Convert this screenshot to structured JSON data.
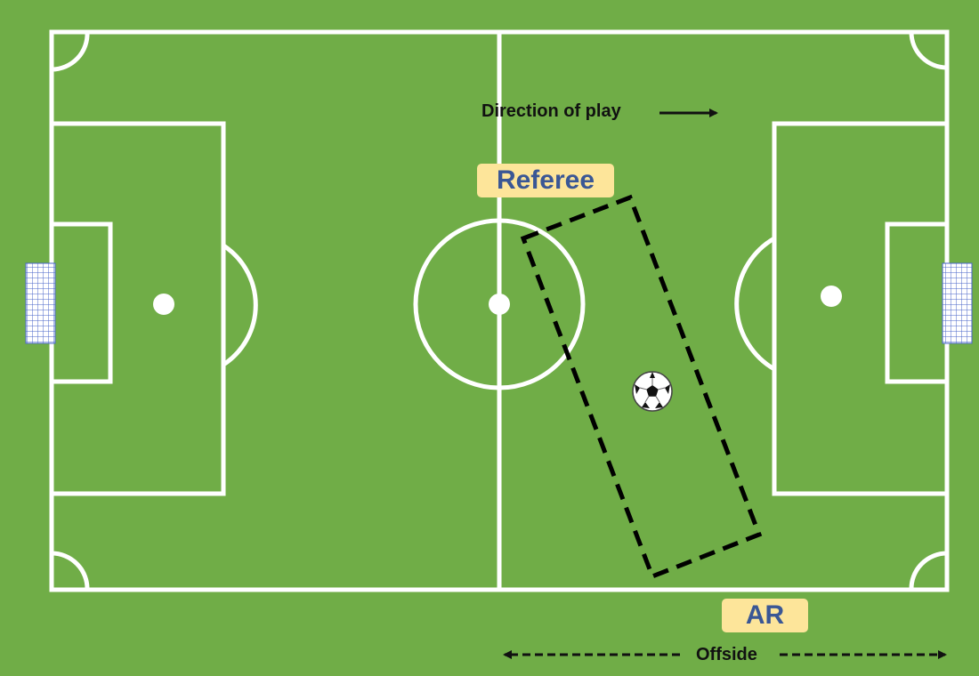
{
  "diagram": {
    "direction_label": "Direction of play",
    "referee_label": "Referee",
    "ar_label": "AR",
    "offside_label": "Offside",
    "colors": {
      "grass": "#70ad47",
      "lines": "#ffffff",
      "badge_fill": "#fde59a",
      "badge_text": "#3a5795",
      "arrows": "#111111"
    },
    "icons": [
      "soccer-ball-icon",
      "goal-net-icon"
    ]
  }
}
